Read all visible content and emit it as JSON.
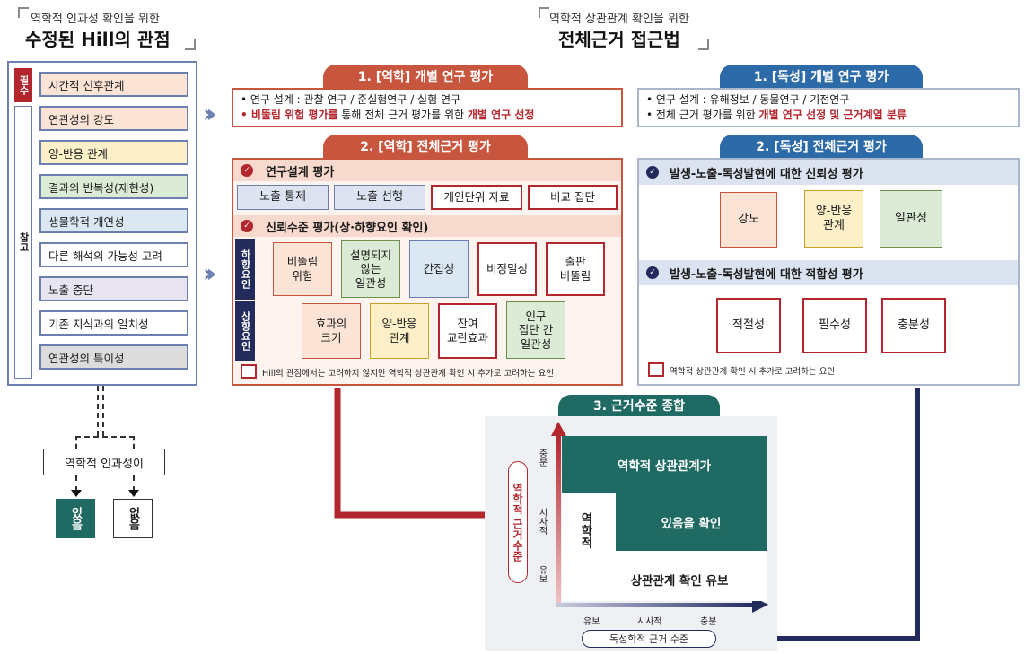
{
  "left_header": {
    "small": "역학적 인과성 확인을 위한",
    "big": "수정된 Hill의 관점"
  },
  "mid_header": {
    "small": "역학적 상관관계 확인을 위한",
    "big": "전체근거 접근법"
  },
  "hill": {
    "required_label": "필수",
    "reference_label": "참고",
    "items": [
      "시간적 선후관계",
      "연관성의 강도",
      "양-반응 관계",
      "결과의 반복성(재현성)",
      "생물학적 개연성",
      "다른 해석의 가능성 고려",
      "노출 중단",
      "기존 지식과의 일치성",
      "연관성의 특이성"
    ],
    "causality_label": "역학적 인과성이",
    "yes": "있음",
    "no": "없음"
  },
  "epi_individual": {
    "title": "1. [역학] 개별 연구 평가",
    "line1": "• 연구 설계 : 관찰 연구 / 준실험연구 / 실험 연구",
    "line2_a": "• 비뚤림 위험 평가를",
    "line2_b": " 통해 전체 근거 평가를 위한 ",
    "line2_c": "개별 연구 선정"
  },
  "tox_individual": {
    "title": "1. [독성] 개별 연구 평가",
    "line1": "• 연구 설계 : 유해정보 /  동물연구 / 기전연구",
    "line2_a": "• 전체 근거 평가를 위한 ",
    "line2_b": "개별 연구 선정 및 근거계열 분류"
  },
  "epi_total": {
    "title": "2. [역학] 전체근거 평가",
    "design_title": "연구설계 평가",
    "design_items": [
      "노출 통제",
      "노출 선행",
      "개인단위 자료",
      "비교 집단"
    ],
    "confidence_title": "신뢰수준 평가(상·하향요인 확인)",
    "down_label": "하향요인",
    "up_label": "상향요인",
    "down_items": [
      "비뚤림\n위험",
      "설명되지\n않는\n일관성",
      "간접성",
      "비정밀성",
      "출판\n비뚤림"
    ],
    "up_items": [
      "효과의\n크기",
      "양-반응\n관계",
      "잔여\n교란효과",
      "인구\n집단 간\n일관성"
    ],
    "footnote": "Hill의 관점에서는 고려하지 않지만 역학적 상관관계 확인 시 추가로 고려하는 요인"
  },
  "tox_total": {
    "title": "2. [독성] 전체근거 평가",
    "reliability_title": "발생-노출-독성발현에 대한 신뢰성 평가",
    "reliability_items": [
      "강도",
      "양-반응\n관계",
      "일관성"
    ],
    "fitness_title": "발생-노출-독성발현에 대한 적합성 평가",
    "fitness_items": [
      "적절성",
      "필수성",
      "충분성"
    ],
    "footnote": "역학적 상관관계 확인 시 추가로 고려하는 요인"
  },
  "synthesis": {
    "title": "3. 근거수준 종합",
    "y_axis_label": "역학적 근거수준",
    "y_ticks": [
      "충분",
      "시사적",
      "유보"
    ],
    "x_ticks": [
      "유보",
      "시사적",
      "충분"
    ],
    "x_axis_label": "독성학적 근거 수준",
    "top_text": "역학적 상관관계가",
    "mid_text": "있음을 확인",
    "left_text": "역학적",
    "bottom_text": "상관관계 확인 유보"
  },
  "colors": {
    "red": "#b3262e",
    "epi_tab": "#c8553d",
    "tox_tab": "#2d6aa8",
    "green": "#1f6b63",
    "navy": "#232a5c"
  }
}
